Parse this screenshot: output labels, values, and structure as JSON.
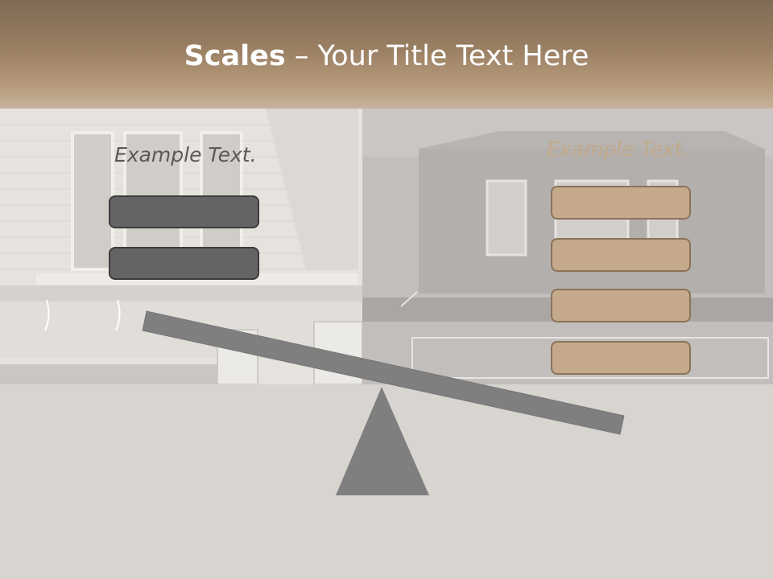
{
  "slide": {
    "title_strong": "Scales",
    "title_sep": " – ",
    "title_rest": "Your Title Text Here",
    "left": {
      "label": "Example Text.",
      "box_count": 2
    },
    "right": {
      "label": "Example Text.",
      "box_count": 4
    }
  },
  "colors": {
    "header_top": "#7e6a54",
    "header_bottom": "#c5b29e",
    "background": "#d8d5d1",
    "dark_box": "#646464",
    "tan_box": "#c4a98a",
    "seesaw": "#7f7f7f",
    "left_label": "#5a5a5a",
    "right_label": "#c0a98c"
  },
  "icons": {
    "fulcrum": "triangle-icon",
    "beam": "seesaw-beam"
  }
}
